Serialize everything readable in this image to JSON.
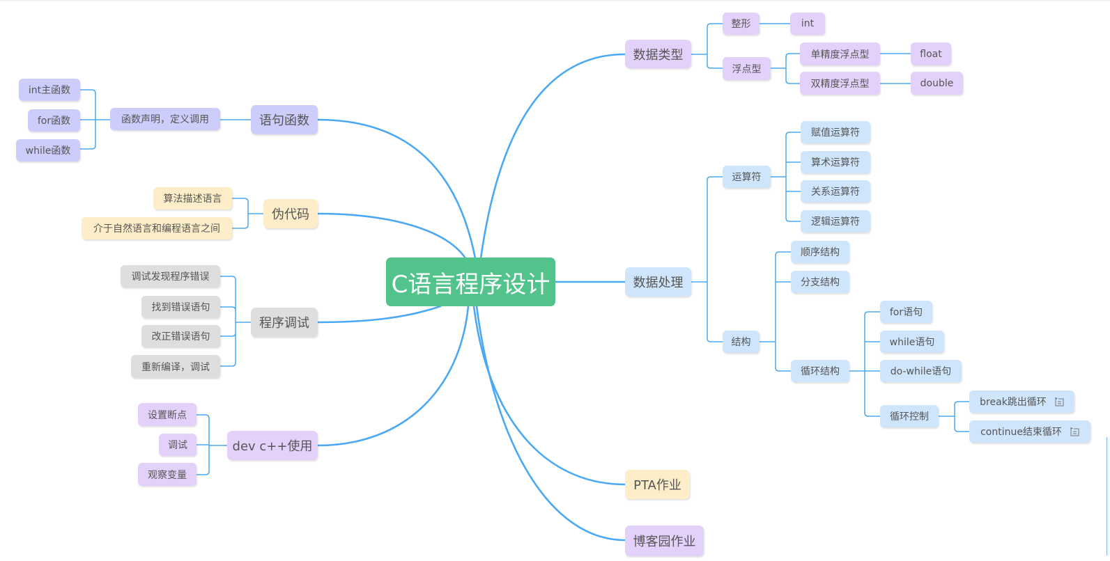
{
  "colors": {
    "link": "#4aa8f4",
    "root_bg": "#52c48b",
    "purple": "#e4d1fb",
    "lavender": "#cdcdfb",
    "yellow": "#fdeec9",
    "gray": "#dedede",
    "blue": "#cfe5fc"
  },
  "root": {
    "label": "C语言程序设计"
  },
  "left": {
    "statements": {
      "label": "语句函数",
      "child": "函数声明，定义调用",
      "items": [
        "int主函数",
        "for函数",
        "while函数"
      ]
    },
    "pseudocode": {
      "label": "伪代码",
      "items": [
        "算法描述语言",
        "介于自然语言和编程语言之间"
      ]
    },
    "debugging": {
      "label": "程序调试",
      "items": [
        "调试发现程序错误",
        "找到错误语句",
        "改正错误语句",
        "重新编译，调试"
      ]
    },
    "devcpp": {
      "label": "dev c++使用",
      "items": [
        "设置断点",
        "调试",
        "观察变量"
      ]
    }
  },
  "right": {
    "datatypes": {
      "label": "数据类型",
      "integer": {
        "label": "整形",
        "child": "int"
      },
      "floating": {
        "label": "浮点型",
        "single": {
          "label": "单精度浮点型",
          "child": "float"
        },
        "double": {
          "label": "双精度浮点型",
          "child": "double"
        }
      }
    },
    "processing": {
      "label": "数据处理",
      "operators": {
        "label": "运算符",
        "items": [
          "赋值运算符",
          "算术运算符",
          "关系运算符",
          "逻辑运算符"
        ]
      },
      "structures": {
        "label": "结构",
        "sequence": "顺序结构",
        "branch": "分支结构",
        "loop": {
          "label": "循环结构",
          "items": [
            "for语句",
            "while语句",
            "do-while语句"
          ],
          "control": {
            "label": "循环控制",
            "items": [
              {
                "label": "break跳出循环",
                "icon": "note-flag-icon"
              },
              {
                "label": "continue结束循环",
                "icon": "note-flag-icon"
              }
            ]
          }
        }
      }
    },
    "pta": {
      "label": "PTA作业"
    },
    "blog": {
      "label": "博客园作业"
    }
  }
}
